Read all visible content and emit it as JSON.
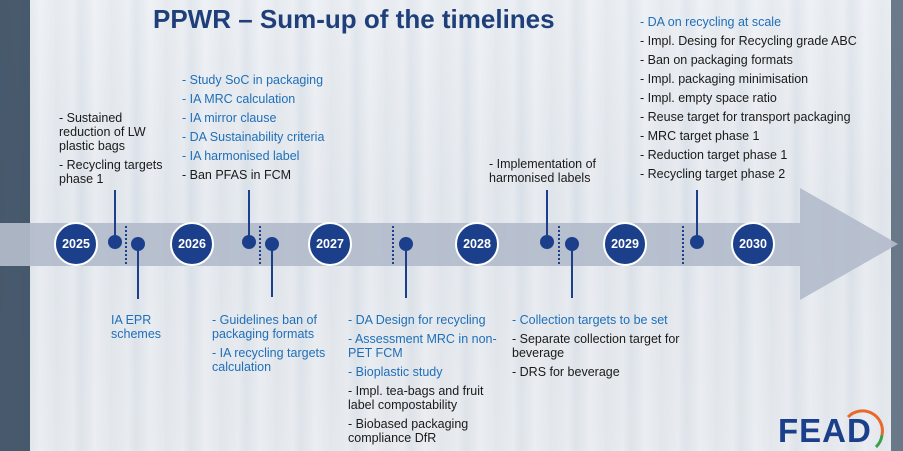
{
  "title": "PPWR – Sum-up of the timelines",
  "years": [
    "2025",
    "2026",
    "2027",
    "2028",
    "2029",
    "2030"
  ],
  "above_2025": [
    "- Sustained reduction of LW plastic bags",
    "- Recycling targets phase 1"
  ],
  "above_2026": [
    "- Study SoC in packaging",
    "- IA MRC calculation",
    "- IA mirror clause",
    "- DA Sustainability criteria",
    "- IA harmonised label",
    "- Ban PFAS in FCM"
  ],
  "above_2028": [
    "- Implementation of harmonised labels"
  ],
  "above_2030": [
    "- DA on recycling at scale",
    "- Impl. Desing for Recycling grade ABC",
    "- Ban on packaging formats",
    "- Impl. packaging minimisation",
    "- Impl. empty space ratio",
    "- Reuse target for transport packaging",
    "- MRC target phase 1",
    "- Reduction target phase 1",
    "- Recycling target phase 2"
  ],
  "below_2025": [
    "IA EPR schemes"
  ],
  "below_2026": [
    "- Guidelines ban of packaging formats",
    "- IA recycling targets calculation"
  ],
  "below_2027": [
    "- DA Design for recycling",
    "- Assessment MRC in non-PET FCM",
    "- Bioplastic study",
    "- Impl. tea-bags and fruit label compostability",
    "- Biobased packaging compliance DfR"
  ],
  "below_2028": [
    "- Collection targets to be set",
    "- Separate collection target for beverage",
    "- DRS for beverage"
  ],
  "logo": "FEAD",
  "colors": {
    "title": "#1f3f7a",
    "blue_text": "#1f6fb8",
    "node": "#1b3f8b",
    "arrow": "#b3bccb"
  }
}
